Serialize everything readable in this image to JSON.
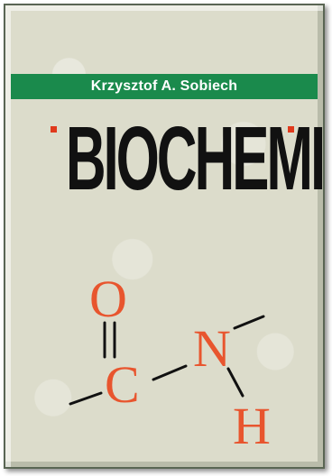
{
  "book": {
    "author": "Krzysztof A. Sobiech",
    "title": "BIOCHEMIA"
  },
  "molecule": {
    "atoms": {
      "oxygen": "O",
      "carbon": "C",
      "nitrogen": "N",
      "hydrogen": "H"
    },
    "atom_color": "#e8552e",
    "bond_color": "#111111"
  },
  "colors": {
    "band": "#1a8a4c",
    "background": "#dcdccb",
    "accent": "#e03a1c"
  }
}
